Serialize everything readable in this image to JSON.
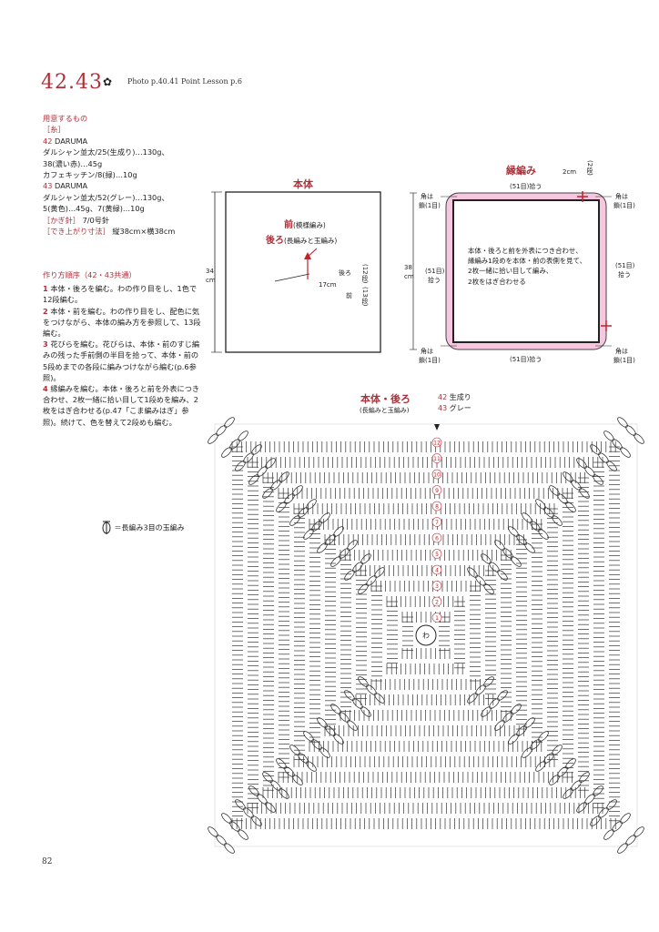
{
  "header": {
    "title": "42.43",
    "photo": "Photo  p.40.41   Point Lesson  p.6"
  },
  "materials": {
    "heading": "用意するもの",
    "yarn_label": "［糸］",
    "item42_num": "42",
    "item42_brand": "DARUMA",
    "item42_lines": [
      "ダルシャン並太/25(生成り)…130g、",
      "38(濃い赤)…45g",
      "カフェキッチン/8(緑)…10g"
    ],
    "item43_num": "43",
    "item43_brand": "DARUMA",
    "item43_lines": [
      "ダルシャン並太/52(グレー)…130g、",
      "5(黄色)…45g、7(黄緑)…10g"
    ],
    "hook_label": "［かぎ針］",
    "hook_value": "7/0号針",
    "size_label": "［でき上がり寸法］",
    "size_value": "縦38cm×横38cm"
  },
  "steps": {
    "heading": "作り方順序（42・43共通）",
    "items": [
      {
        "num": "1",
        "text": "本体・後ろを編む。わの作り目をし、1色で12段編む。"
      },
      {
        "num": "2",
        "text": "本体・前を編む。わの作り目をし、配色に気をつけながら、本体の編み方を参照して、13段編む。"
      },
      {
        "num": "3",
        "text": "花びらを編む。花びらは、本体・前のすじ編みの残った手前側の半目を拾って、本体・前の5段めまでの各段に編みつけながら編む(p.6参照)。"
      },
      {
        "num": "4",
        "text": "縁編みを編む。本体・後ろと前を外表につき合わせ、2枚一緒に拾い目して1段めを編み、2枚をはぎ合わせる(p.47「こま編みはぎ」参照)。続けて、色を替えて2段めも編む。"
      }
    ]
  },
  "legend": {
    "text": "＝長編み3目の玉編み"
  },
  "body_diagram": {
    "title": "本体",
    "front": "前",
    "front_note": "(模様編み)",
    "back": "後ろ",
    "back_note": "(長編みと玉編み)",
    "height": "34",
    "cm": "cm",
    "width": "17cm",
    "back_label": "後ろ",
    "front_label": "前",
    "rows_back": "(12段)",
    "rows_front": "(13段)"
  },
  "edge_diagram": {
    "title": "縁編み",
    "height": "38",
    "cm": "cm",
    "gap": "2cm",
    "gap_rows": "(2段)",
    "top_pick": "(51目)拾う",
    "bottom_pick": "(51目)拾う",
    "left_pick": "(51目)",
    "left_pick2": "拾う",
    "right_pick": "(51目)",
    "right_pick2": "拾う",
    "corner": "角は",
    "corner2": "鎖(1目)",
    "note": [
      "本体・後ろと前を外表につき合わせ、",
      "縁編み1段めを本体・前の表側を見て、",
      "2枚一緒に拾い目して編み、",
      "2枚をはぎ合わせる"
    ]
  },
  "chart": {
    "title": "本体・後ろ",
    "subtitle": "(長編みと玉編み)",
    "color42_num": "42",
    "color42": "生成り",
    "color43_num": "43",
    "color43": "グレー",
    "center": "わ",
    "row_numbers": [
      "12",
      "11",
      "10",
      "9",
      "8",
      "7",
      "6",
      "5",
      "4",
      "3",
      "2",
      "1"
    ]
  },
  "page_number": "82"
}
